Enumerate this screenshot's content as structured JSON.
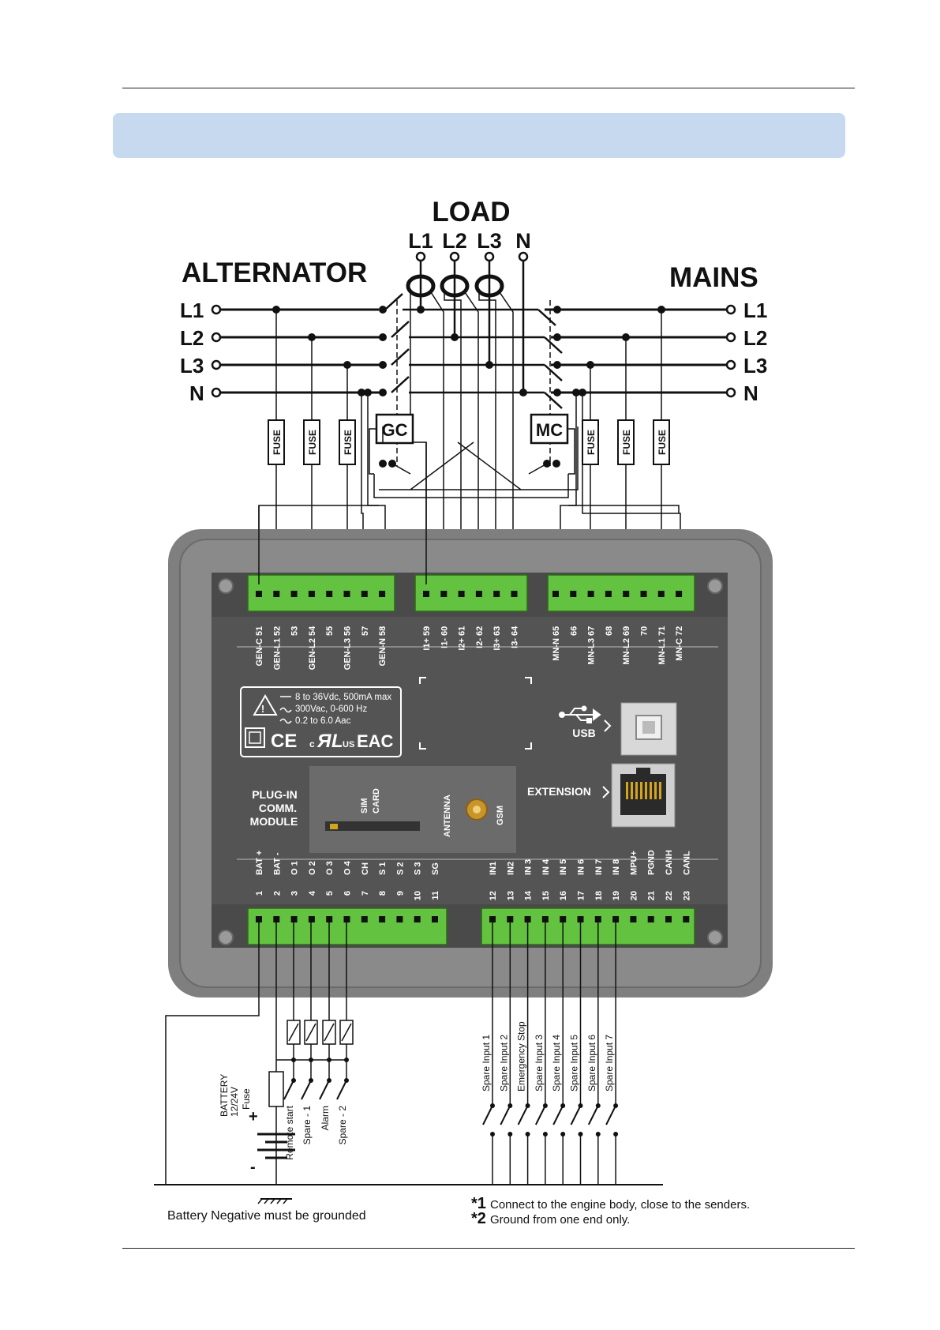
{
  "title_load": "LOAD",
  "title_alternator": "ALTERNATOR",
  "title_mains": "MAINS",
  "load_phases": [
    "L1",
    "L2",
    "L3",
    "N"
  ],
  "alt_phases": [
    "L1",
    "L2",
    "L3",
    "N"
  ],
  "mains_phases": [
    "L1",
    "L2",
    "L3",
    "N"
  ],
  "fuse_label": "FUSE",
  "gc_label": "GC",
  "mc_label": "MC",
  "top_terminal_groups": [
    {
      "labels": [
        "GEN-C",
        "GEN-L1",
        "",
        "GEN-L2",
        "",
        "GEN-L3",
        "",
        "GEN-N"
      ],
      "numbers": [
        "51",
        "52",
        "53",
        "54",
        "55",
        "56",
        "57",
        "58"
      ]
    },
    {
      "labels": [
        "I1+",
        "I1-",
        "I2+",
        "I2-",
        "I3+",
        "I3-"
      ],
      "numbers": [
        "59",
        "60",
        "61",
        "62",
        "63",
        "64"
      ]
    },
    {
      "labels": [
        "MN-N",
        "",
        "MN-L3",
        "",
        "MN-L2",
        "",
        "MN-L1",
        "MN-C"
      ],
      "numbers": [
        "65",
        "66",
        "67",
        "68",
        "69",
        "70",
        "71",
        "72"
      ]
    }
  ],
  "bottom_terminal_groups": [
    {
      "numbers": [
        "1",
        "2",
        "3",
        "4",
        "5",
        "6",
        "7",
        "8",
        "9",
        "10",
        "11"
      ],
      "labels": [
        "BAT +",
        "BAT -",
        "O 1",
        "O 2",
        "O 3",
        "O 4",
        "CH",
        "S 1",
        "S 2",
        "S 3",
        "SG"
      ]
    },
    {
      "numbers": [
        "12",
        "13",
        "14",
        "15",
        "16",
        "17",
        "18",
        "19",
        "20",
        "21",
        "22",
        "23"
      ],
      "labels": [
        "IN1",
        "IN2",
        "IN 3",
        "IN 4",
        "IN 5",
        "IN 6",
        "IN 7",
        "IN 8",
        "MPU+",
        "PGND",
        "CANH",
        "CANL"
      ]
    }
  ],
  "spec_lines": [
    "8 to 36Vdc, 500mA max",
    "300Vac, 0-600 Hz",
    "0.2 to 6.0 Aac"
  ],
  "cert_marks": [
    "CE",
    "c",
    "US",
    "EAC"
  ],
  "usb_label": "USB",
  "extension_label": "EXTENSION",
  "plugin_label": [
    "PLUG-IN",
    "COMM.",
    "MODULE"
  ],
  "sim_label": [
    "SIM",
    "CARD"
  ],
  "antenna_label": "ANTENNA",
  "gsm_label": "GSM",
  "battery_label": [
    "BATTERY",
    "12/24V"
  ],
  "fuse_small_label": "Fuse",
  "output_switch_labels": [
    "Remote start",
    "Spare - 1",
    "Alarm",
    "Spare - 2"
  ],
  "input_switch_labels": [
    "Spare Input 1",
    "Spare Input 2",
    "Emergency Stop",
    "Spare Input 3",
    "Spare Input 4",
    "Spare Input 5",
    "Spare Input 6",
    "Spare Input 7"
  ],
  "ground_note": "Battery Negative must be grounded",
  "notes": [
    {
      "mark": "*1",
      "text": "Connect to the engine body, close to the senders."
    },
    {
      "mark": "*2",
      "text": "Ground from one end only."
    }
  ]
}
